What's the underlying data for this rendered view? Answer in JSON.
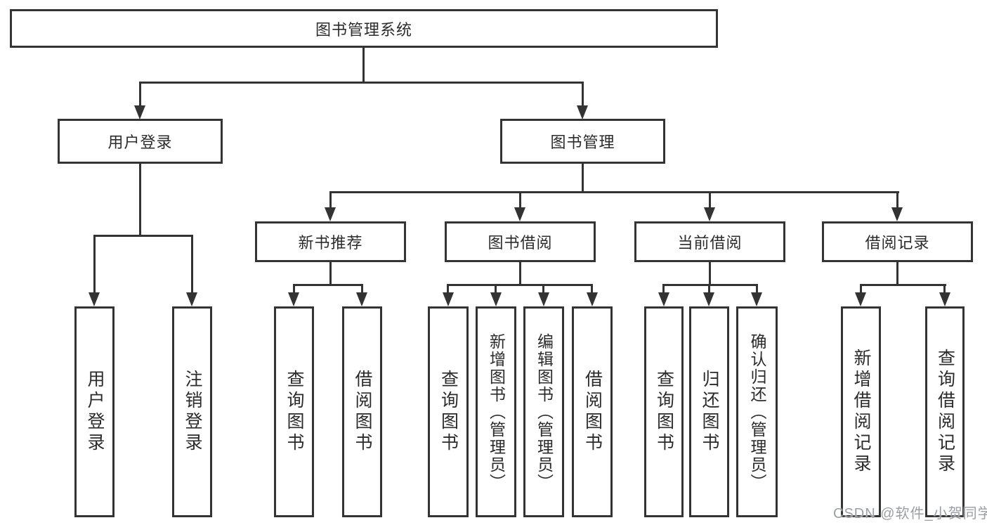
{
  "watermark": "CSDN @软件_小贺同学",
  "colors": {
    "line": "#333333",
    "border": "#343434",
    "text": "#2b2b2b",
    "watermark": "#9b9ea6",
    "background": "#ffffff"
  },
  "tree": {
    "root": {
      "label": "图书管理系统"
    },
    "level2": [
      {
        "label": "用户登录",
        "children": [
          {
            "label": "用户登录"
          },
          {
            "label": "注销登录"
          }
        ]
      },
      {
        "label": "图书管理",
        "children": [
          {
            "label": "新书推荐",
            "children": [
              {
                "label": "查询图书"
              },
              {
                "label": "借阅图书"
              }
            ]
          },
          {
            "label": "图书借阅",
            "children": [
              {
                "label": "查询图书"
              },
              {
                "label": "新增图书（管理员）"
              },
              {
                "label": "编辑图书（管理员）"
              },
              {
                "label": "借阅图书"
              }
            ]
          },
          {
            "label": "当前借阅",
            "children": [
              {
                "label": "查询图书"
              },
              {
                "label": "归还图书"
              },
              {
                "label": "确认归还（管理员）"
              }
            ]
          },
          {
            "label": "借阅记录",
            "children": [
              {
                "label": "新增借阅记录"
              },
              {
                "label": "查询借阅记录"
              }
            ]
          }
        ]
      }
    ]
  }
}
